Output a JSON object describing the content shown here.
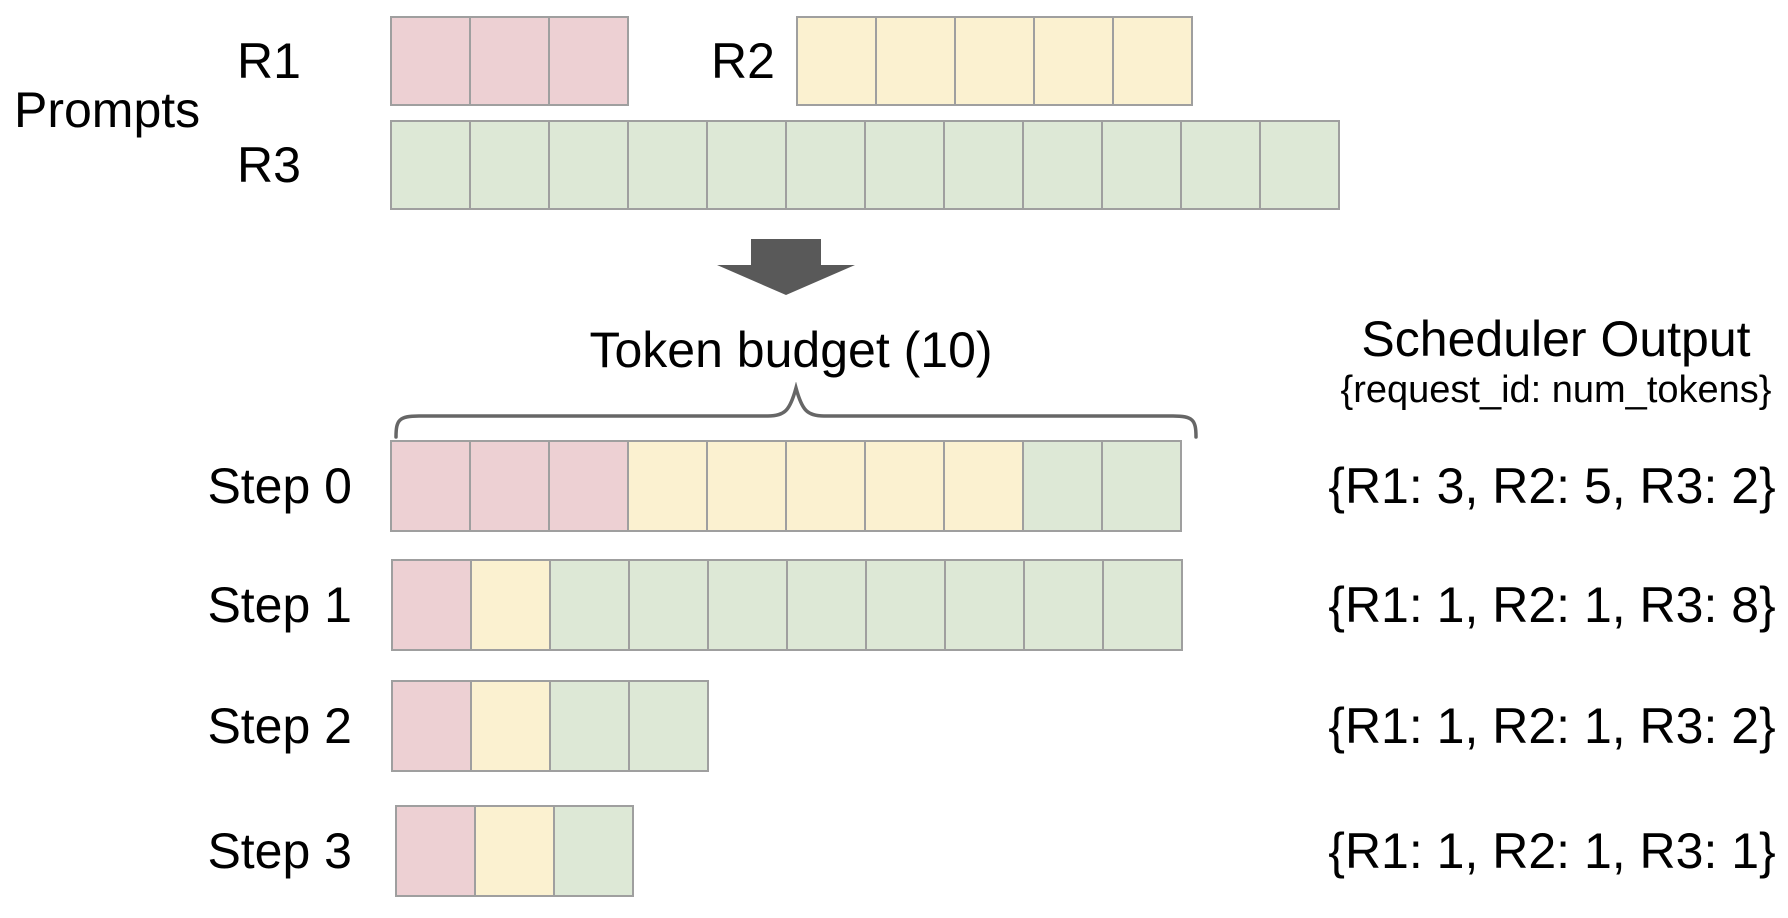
{
  "colors": {
    "R1": "#edd0d3",
    "R2": "#fbf1d0",
    "R3": "#dde8d6",
    "cell_border": "#9f9f9f",
    "arrow": "#595959",
    "brace": "#666666",
    "text": "#000000"
  },
  "prompts": {
    "section_label": "Prompts",
    "requests": [
      {
        "id": "R1",
        "num_tokens": 3
      },
      {
        "id": "R2",
        "num_tokens": 5
      },
      {
        "id": "R3",
        "num_tokens": 12
      }
    ]
  },
  "token_budget": {
    "label": "Token budget (10)",
    "value": 10
  },
  "scheduler": {
    "title": "Scheduler Output",
    "subtitle": "{request_id: num_tokens}"
  },
  "steps": [
    {
      "label": "Step 0",
      "schedule": [
        {
          "id": "R1",
          "tokens": 3
        },
        {
          "id": "R2",
          "tokens": 5
        },
        {
          "id": "R3",
          "tokens": 2
        }
      ],
      "output": "{R1: 3, R2: 5, R3: 2}"
    },
    {
      "label": "Step 1",
      "schedule": [
        {
          "id": "R1",
          "tokens": 1
        },
        {
          "id": "R2",
          "tokens": 1
        },
        {
          "id": "R3",
          "tokens": 8
        }
      ],
      "output": "{R1: 1, R2: 1, R3: 8}"
    },
    {
      "label": "Step 2",
      "schedule": [
        {
          "id": "R1",
          "tokens": 1
        },
        {
          "id": "R2",
          "tokens": 1
        },
        {
          "id": "R3",
          "tokens": 2
        }
      ],
      "output": "{R1: 1, R2: 1, R3: 2}"
    },
    {
      "label": "Step 3",
      "schedule": [
        {
          "id": "R1",
          "tokens": 1
        },
        {
          "id": "R2",
          "tokens": 1
        },
        {
          "id": "R3",
          "tokens": 1
        }
      ],
      "output": "{R1: 1, R2: 1, R3: 1}"
    }
  ]
}
